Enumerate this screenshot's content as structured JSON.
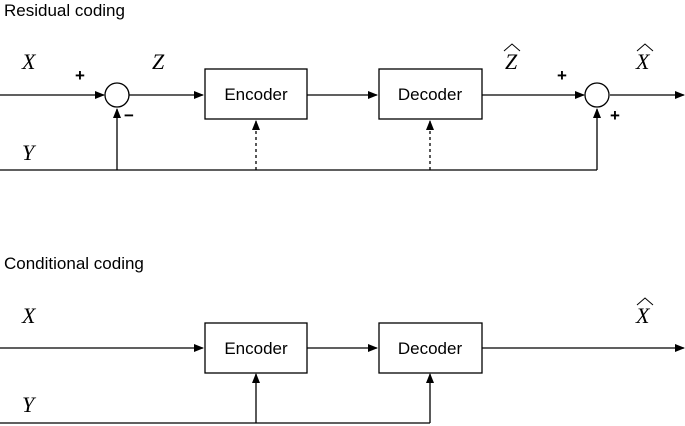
{
  "residual": {
    "title": "Residual coding",
    "input_x": "X",
    "input_y": "Y",
    "residual_z": "Z",
    "recon_z": "Z",
    "output_x": "X",
    "plus_sign": "+",
    "minus_sign": "−",
    "encoder_label": "Encoder",
    "decoder_label": "Decoder"
  },
  "conditional": {
    "title": "Conditional coding",
    "input_x": "X",
    "input_y": "Y",
    "output_x": "X",
    "encoder_label": "Encoder",
    "decoder_label": "Decoder"
  }
}
